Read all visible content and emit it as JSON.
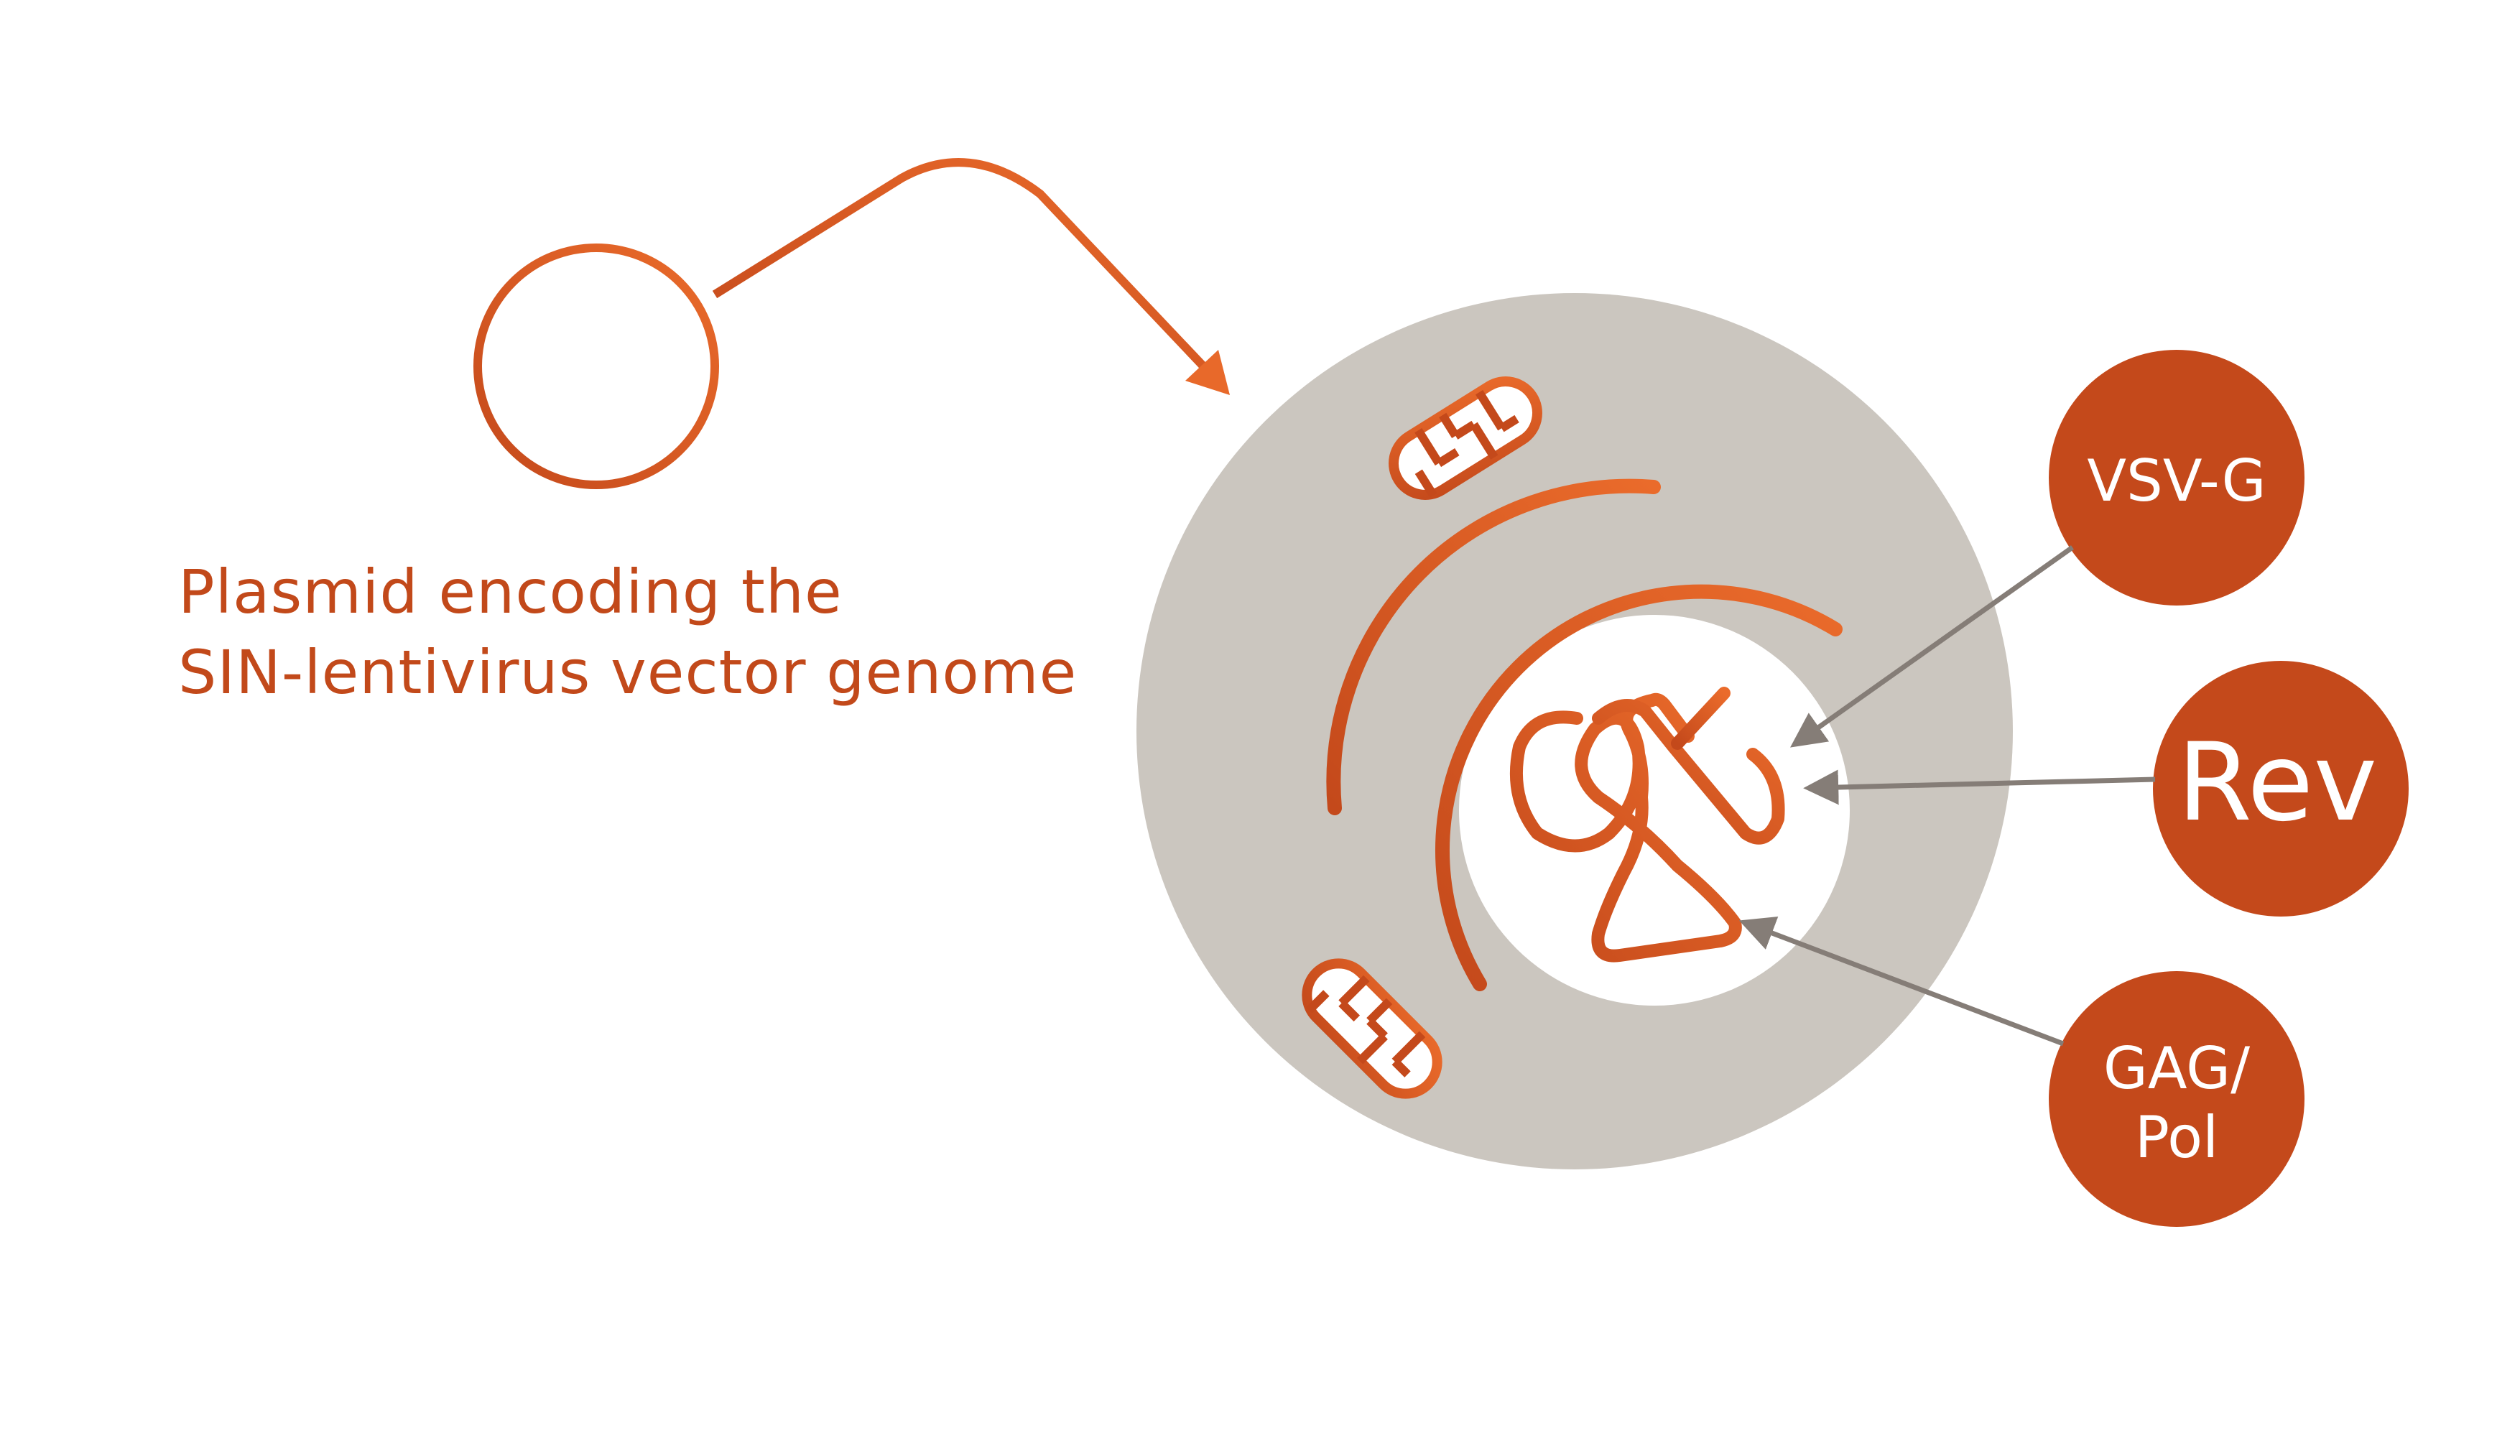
{
  "caption": {
    "line1": "Plasmid encoding the",
    "line2": "SIN-lentivirus vector genome"
  },
  "helper_plasmids": [
    {
      "id": "vsvg",
      "label": "VSV-G"
    },
    {
      "id": "rev",
      "label": "Rev"
    },
    {
      "id": "gagpol",
      "label_line1": "GAG/",
      "label_line2": "Pol"
    }
  ],
  "colors": {
    "orange_dark": "#c4491b",
    "orange_light": "#e8692a",
    "cell_gray": "#cbc6bf",
    "nucleus_white": "#ffffff",
    "arrow_gray": "#857d77",
    "label_white": "#ffffff"
  },
  "icons": {
    "plasmid": "ring-icon",
    "ribosome": "ribosome-icon",
    "dna": "tangled-dna-icon"
  }
}
